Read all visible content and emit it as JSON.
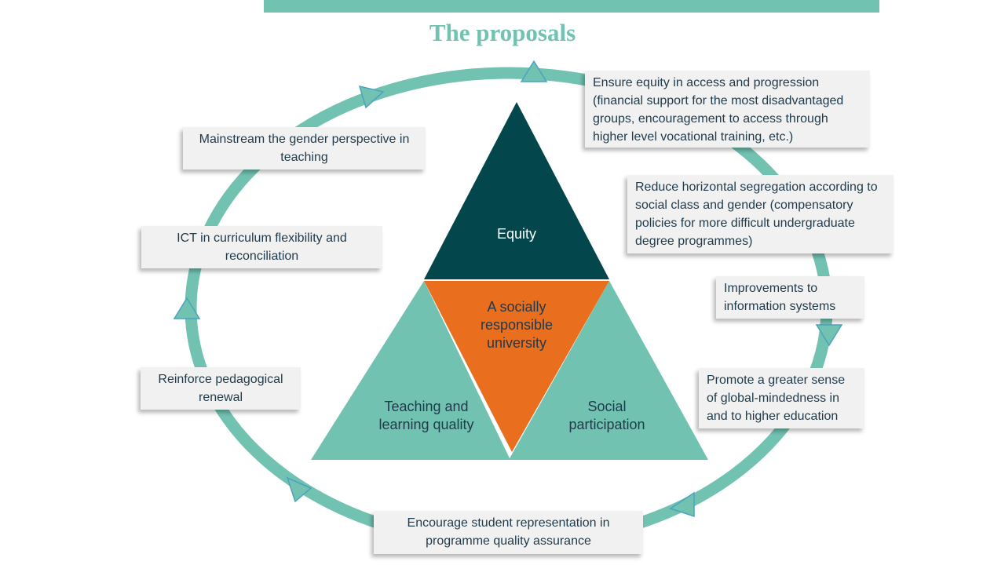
{
  "title": "The proposals",
  "colors": {
    "accent": "#72c2b2",
    "equity": "#03474d",
    "center": "#e96e1e",
    "box_bg": "#f1f1f1",
    "text": "#1f3a4a"
  },
  "triangle": {
    "top": "Equity",
    "center": "A socially responsible university",
    "left": "Teaching and learning quality",
    "right": "Social participation"
  },
  "proposals": {
    "equity_access": "Ensure equity in access and progression (financial support for the most disadvantaged groups, encouragement to access through higher level vocational training, etc.)",
    "segregation": "Reduce horizontal segregation according to social class and gender (compensatory policies for more difficult undergraduate degree programmes)",
    "info_systems": "Improvements to information systems",
    "global": "Promote a greater sense of global-mindedness in and to higher education",
    "student_rep": "Encourage student representation in programme quality assurance",
    "pedagogical": "Reinforce pedagogical renewal",
    "ict": "ICT in curriculum flexibility and reconciliation",
    "gender": "Mainstream the gender perspective in teaching"
  }
}
